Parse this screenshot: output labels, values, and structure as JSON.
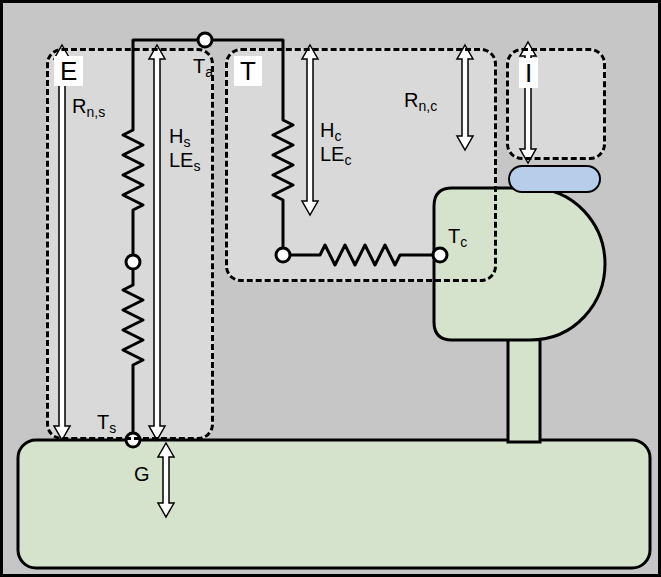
{
  "diagram": {
    "nodes": [
      {
        "text": [
          "E"
        ]
      },
      {
        "text": [
          "T"
        ]
      },
      {
        "text": [
          "I"
        ]
      }
    ],
    "labels": [
      "Ta",
      "Rn,s",
      "Hs",
      "LEs",
      "Hc",
      "LEc",
      "Rn,c",
      "Tc",
      "Ts",
      "G"
    ]
  }
}
